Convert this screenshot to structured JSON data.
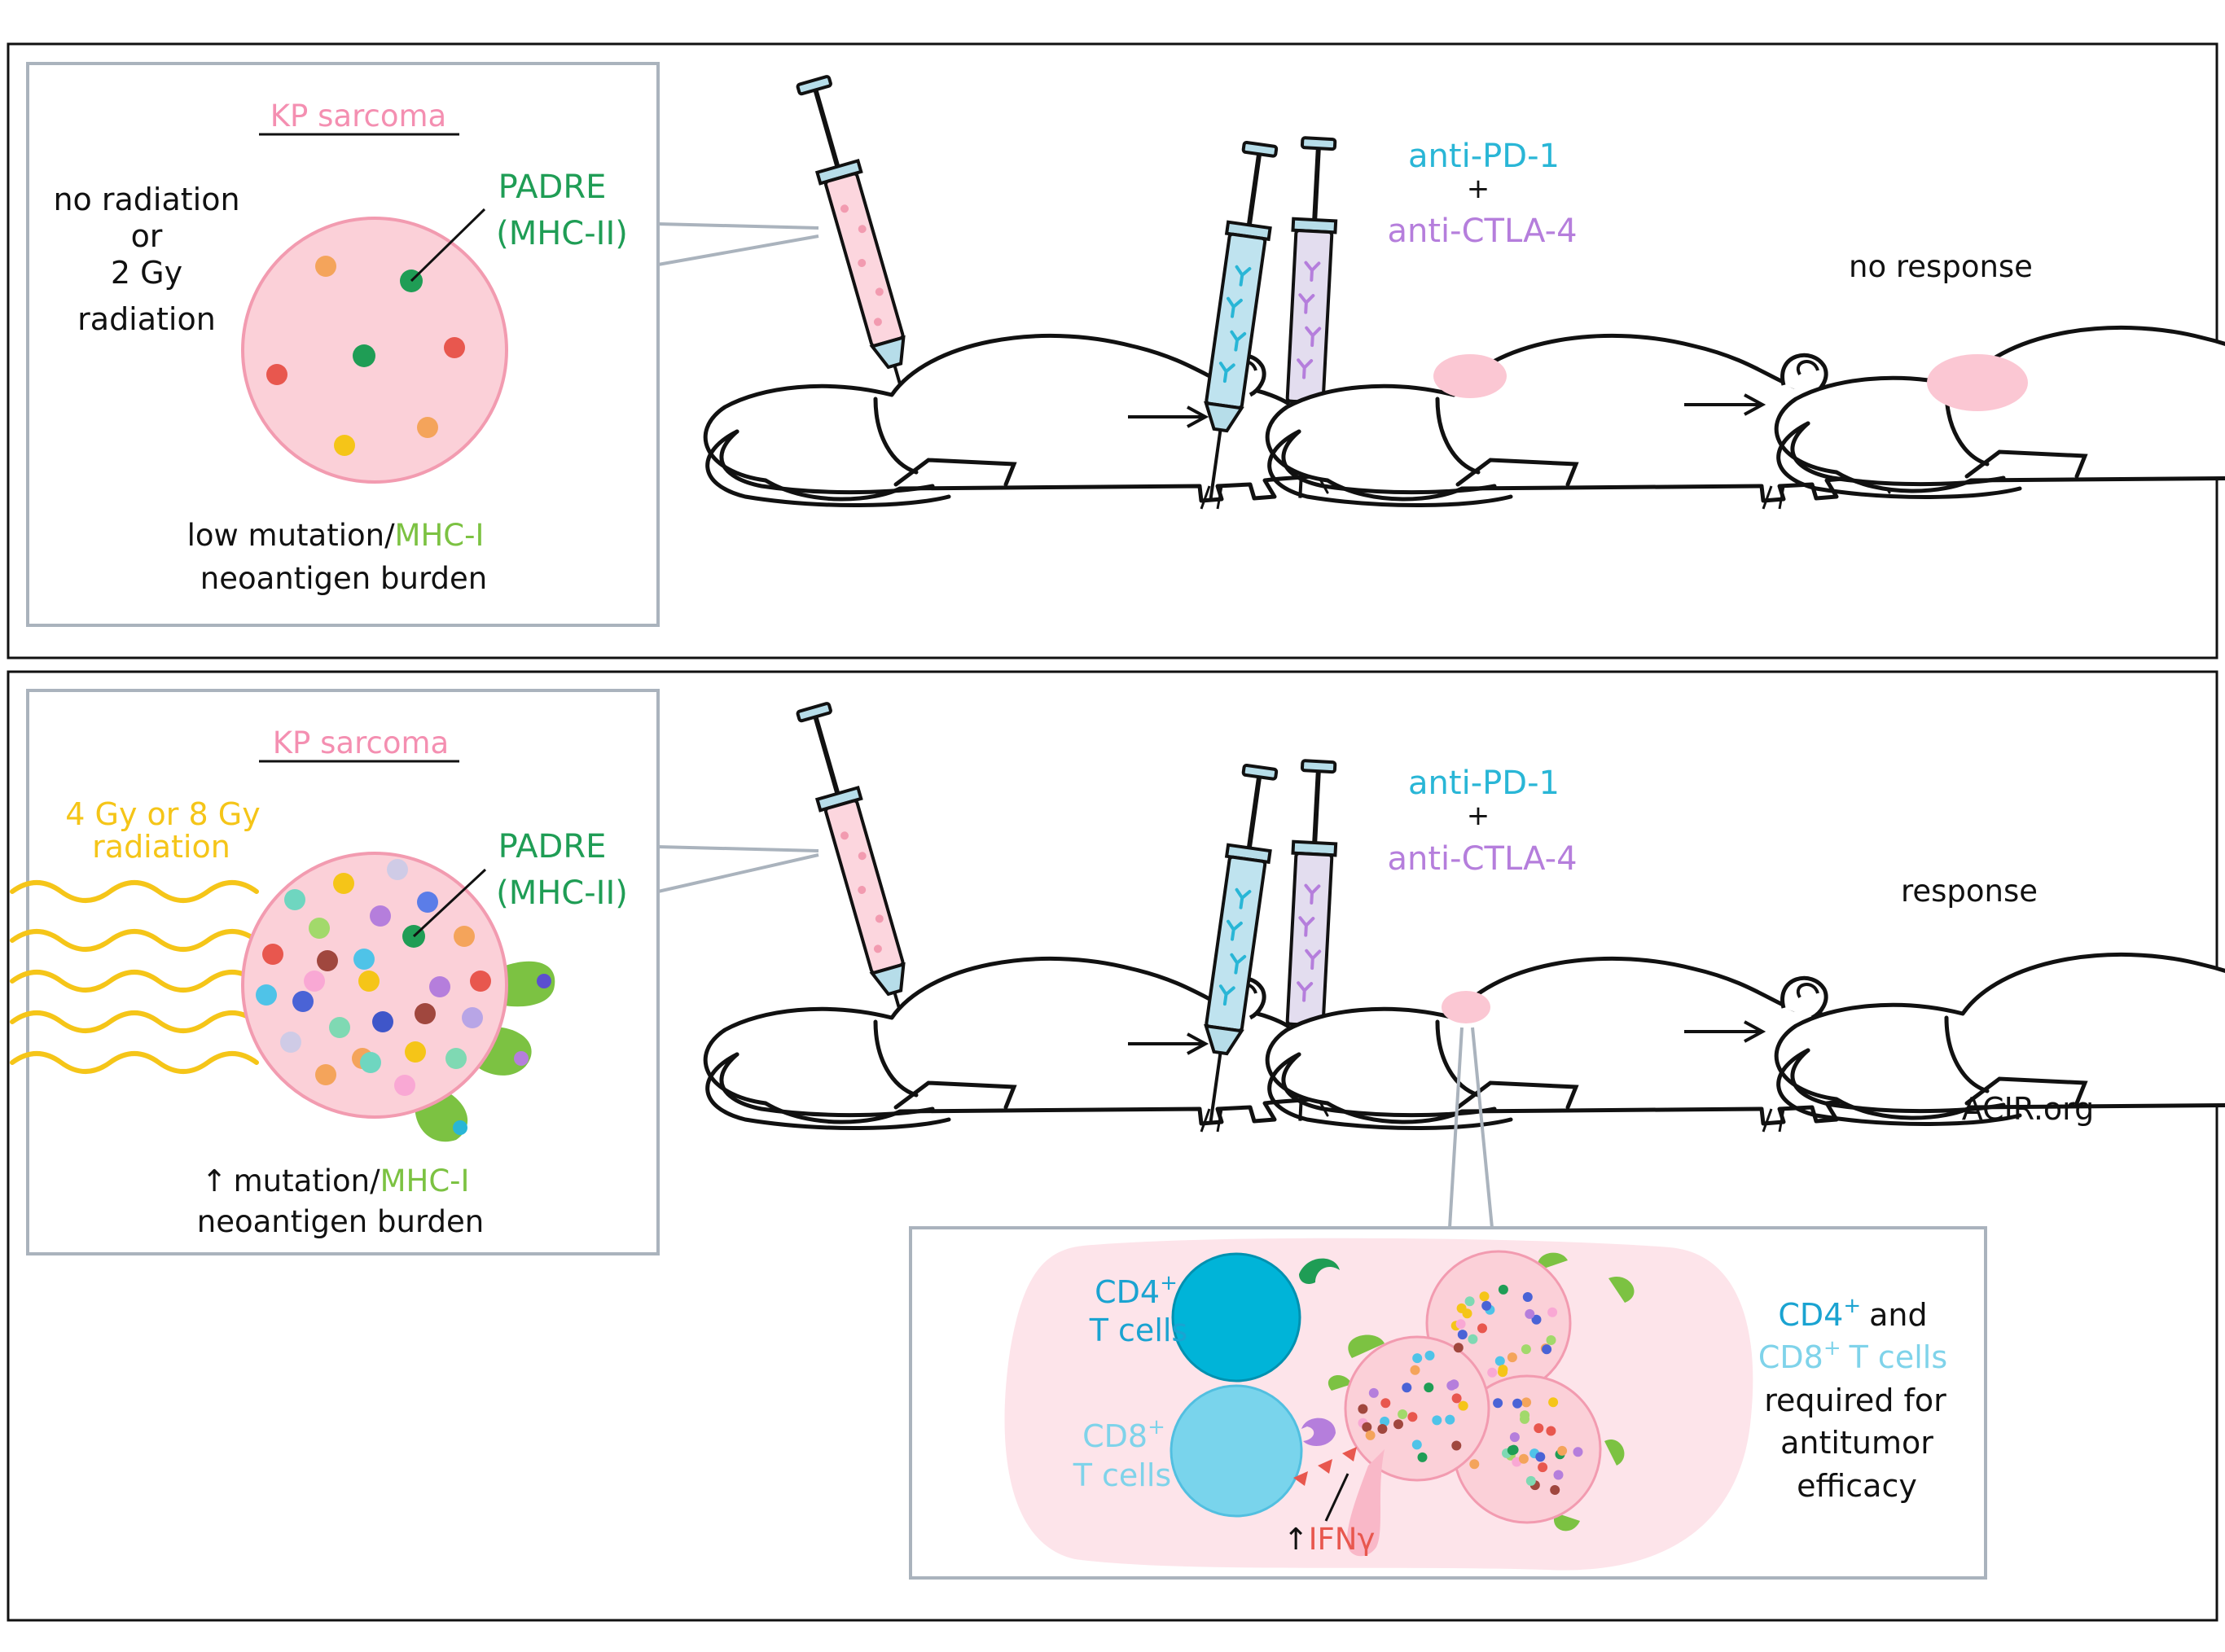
{
  "colors": {
    "pink_text": "#f48fb1",
    "green_text": "#1f9d55",
    "lime_text": "#7cc242",
    "cyan_text": "#29b6d6",
    "purple_text": "#b57edc",
    "yellow_text": "#f5c518",
    "red_text": "#e8574e",
    "light_cyan_text": "#7fd3ea",
    "blue_text": "#1aa3d1",
    "tumor_fill": "#fbd0d8",
    "tumor_stroke": "#f29bb0"
  },
  "top_panel": {
    "inset": {
      "title": "KP sarcoma",
      "condition_line1": "no radiation",
      "condition_line2": "or",
      "condition_line3": "2 Gy",
      "condition_line4": "radiation",
      "padre_line1": "PADRE",
      "padre_line2": "(MHC-II)",
      "burden_part1": "low mutation/",
      "burden_part2": "MHC-I",
      "burden_line2": "neoantigen burden"
    },
    "drug_line1": "anti-PD-1",
    "drug_plus": "+",
    "drug_line2": "anti-CTLA-4",
    "outcome": "no response"
  },
  "bottom_panel": {
    "inset": {
      "title": "KP sarcoma",
      "radiation_line1": "4 Gy or 8 Gy",
      "radiation_line2": "radiation",
      "padre_line1": "PADRE",
      "padre_line2": "(MHC-II)",
      "burden_arrow": "↑",
      "burden_part1": "mutation/",
      "burden_part2": "MHC-I",
      "burden_line2": "neoantigen burden"
    },
    "drug_line1": "anti-PD-1",
    "drug_plus": "+",
    "drug_line2": "anti-CTLA-4",
    "outcome": "response",
    "credit": "ACIR.org",
    "zoom": {
      "cd4_label": "CD4",
      "cd4_sup": "+",
      "cd4_label2": "T cells",
      "cd8_label": "CD8",
      "cd8_sup": "+",
      "cd8_label2": "T cells",
      "ifn_arrow": "↑",
      "ifn_label": "IFNγ",
      "req_cd4": "CD4",
      "req_cd4_sup": "+",
      "req_and": "and",
      "req_cd8": "CD8",
      "req_cd8_sup": "+",
      "req_tcells": "T cells",
      "req_line3": "required for",
      "req_line4": "antitumor",
      "req_line5": "efficacy"
    }
  }
}
